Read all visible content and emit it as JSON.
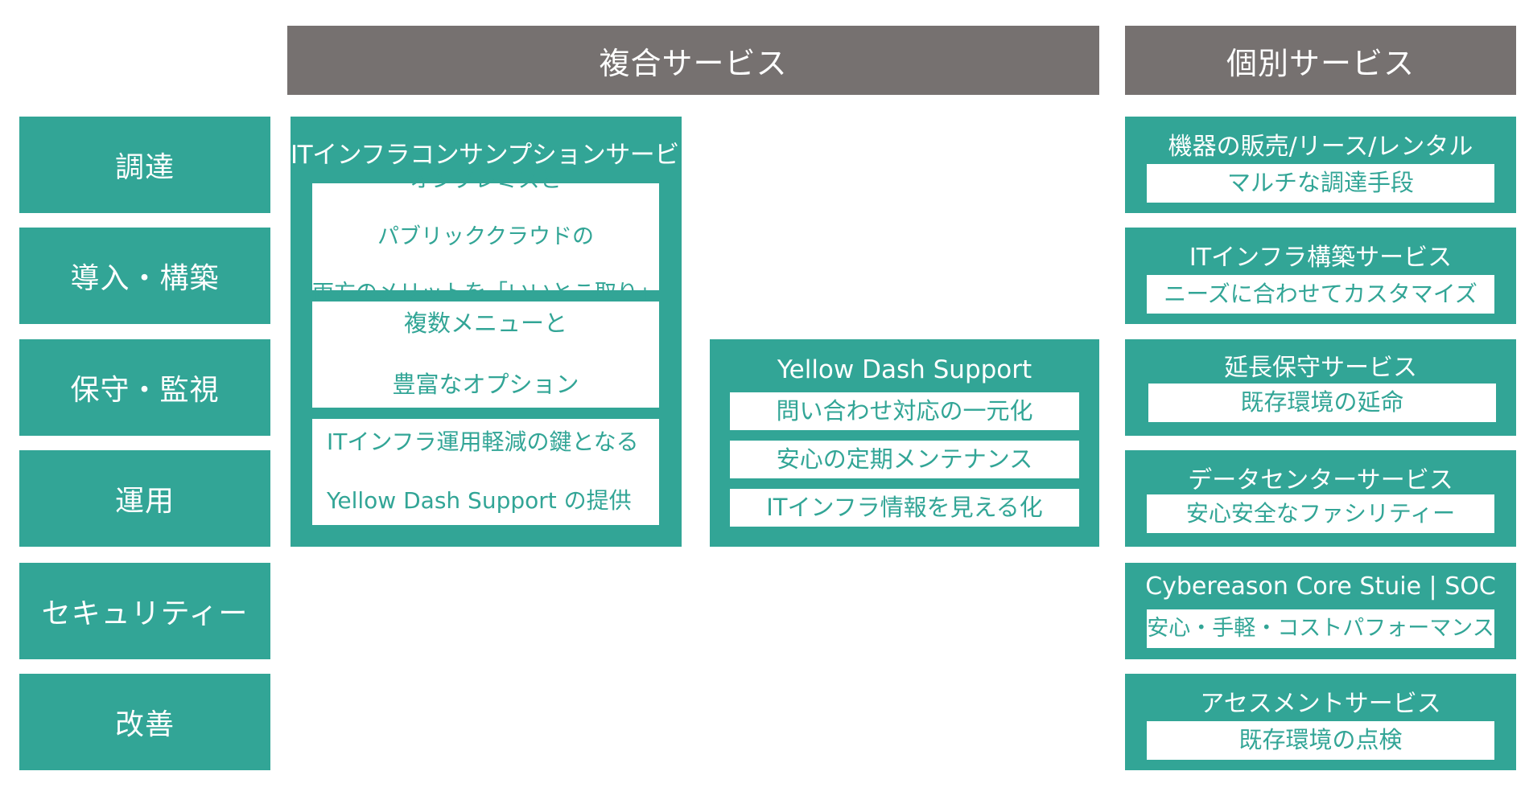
{
  "headers": {
    "composite": "複合サービス",
    "individual": "個別サービス"
  },
  "phases": [
    "調達",
    "導入・構築",
    "保守・監視",
    "運用",
    "セキュリティー",
    "改善"
  ],
  "consumption": {
    "title": "ITインフラコンサンプションサービス",
    "cards": [
      [
        "オンプレミスと",
        "パブリッククラウドの",
        "両方のメリットを「いいとこ取り」"
      ],
      [
        "複数メニューと",
        "豊富なオプション"
      ],
      [
        "ITインフラ運用軽減の鍵となる",
        "Yellow Dash Support の提供"
      ]
    ]
  },
  "yellow_dash": {
    "title": "Yellow Dash Support",
    "items": [
      "問い合わせ対応の一元化",
      "安心の定期メンテナンス",
      "ITインフラ情報を見える化"
    ]
  },
  "individual_services": [
    {
      "title": "機器の販売/リース/レンタル",
      "desc": "マルチな調達手段"
    },
    {
      "title": "ITインフラ構築サービス",
      "desc": "ニーズに合わせてカスタマイズ"
    },
    {
      "title": "延長保守サービス",
      "desc": "既存環境の延命"
    },
    {
      "title": "データセンターサービス",
      "desc": "安心安全なファシリティー"
    },
    {
      "title": "Cybereason Core Stuie | SOC",
      "desc": "安心・手軽・コストパフォーマンス"
    },
    {
      "title": "アセスメントサービス",
      "desc": "既存環境の点検"
    }
  ],
  "colors": {
    "teal": "#32a596",
    "header_gray": "#767170",
    "white": "#ffffff"
  }
}
